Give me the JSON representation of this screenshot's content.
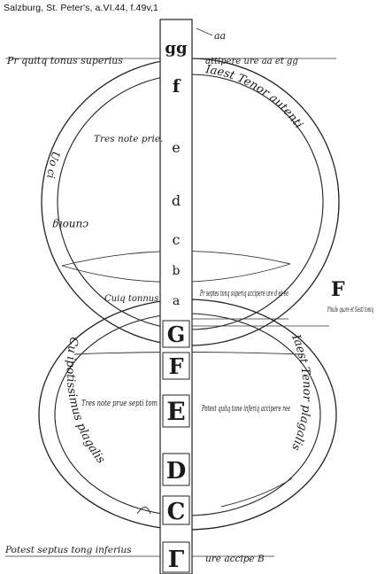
{
  "caption": "Salzburg, St. Peter's, a.VI.44, f.49v,1",
  "column_letters": [
    {
      "id": "gg",
      "text": "gg"
    },
    {
      "id": "f",
      "text": "f"
    },
    {
      "id": "e",
      "text": "e"
    },
    {
      "id": "d",
      "text": "d"
    },
    {
      "id": "c",
      "text": "c"
    },
    {
      "id": "b",
      "text": "b"
    },
    {
      "id": "a",
      "text": "a"
    },
    {
      "id": "G",
      "text": "G"
    },
    {
      "id": "F",
      "text": "F"
    },
    {
      "id": "E",
      "text": "E"
    },
    {
      "id": "D",
      "text": "D"
    },
    {
      "id": "C",
      "text": "C"
    },
    {
      "id": "Gamma",
      "text": "Γ"
    }
  ],
  "annotations": {
    "top_aa": "aa",
    "top_left": "Pr quitq tonus superius",
    "top_right": "attipere ure aa et gg",
    "arc_upper_right": "Iaest Tenor autenti",
    "upper_inner": "Tres note prie.",
    "arc_upper_left": "Uo ci",
    "arc_upper_left_rev": "cunoig",
    "middle_left": "Cuiq tonnus",
    "middle_right": "Pr septes tonq superiq accipere ure d et ee",
    "right_F": "F",
    "right_finale": "Finale quare et Sesti toniq",
    "arc_lower_right": "Iaest Tenor plagalis",
    "arc_lower_left": "Cu ipotissimus plagalis",
    "lower_left": "Tres note prue septi tom",
    "lower_right": "Potest quitq tone inferiq accipere ree",
    "bottom_line": "Potest septus tong inferius",
    "bottom_right": "ure accipe B"
  }
}
